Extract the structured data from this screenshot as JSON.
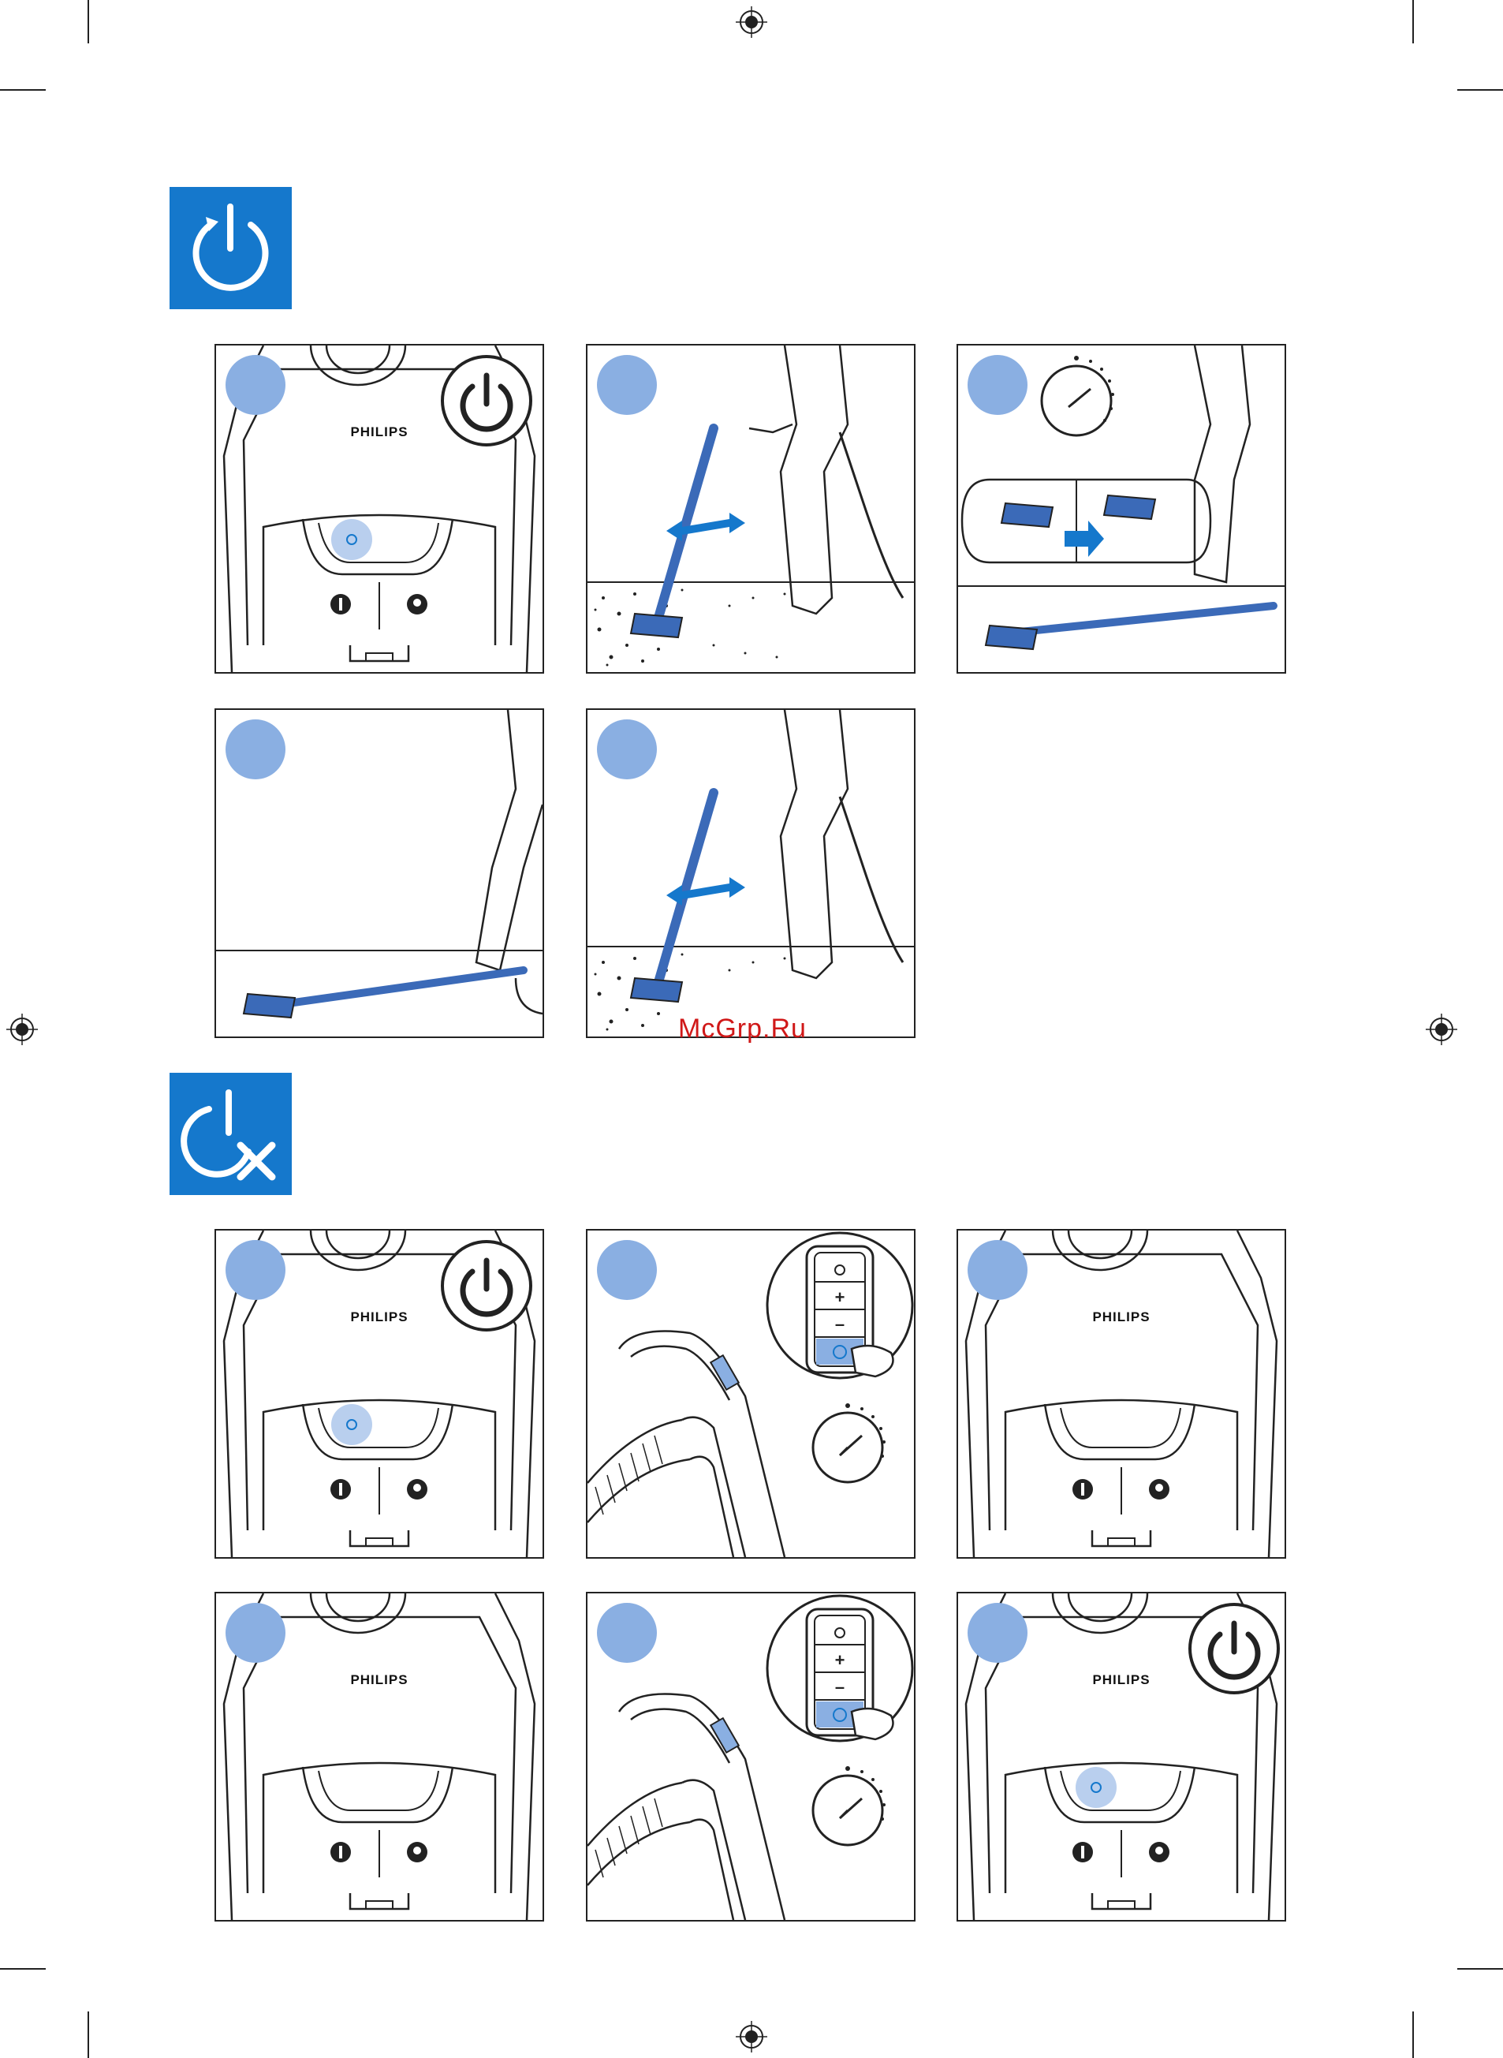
{
  "page": {
    "brand_label": "PHILIPS",
    "watermark": "McGrp.Ru",
    "colors": {
      "accent_blue": "#1578cc",
      "step_dot": "#8aafe2",
      "line": "#222222"
    }
  },
  "sections": [
    {
      "icon": "power-on-icon"
    },
    {
      "icon": "power-off-timer-icon"
    }
  ],
  "panels_top": [
    "panel-power-button",
    "panel-vacuum-floor",
    "panel-idle-timer",
    "panel-nozzle-on-floor",
    "panel-resume-vacuum"
  ],
  "panels_bottom": [
    "panel-power-button",
    "panel-handle-power",
    "panel-appliance",
    "panel-appliance",
    "panel-handle-power",
    "panel-power-button"
  ]
}
